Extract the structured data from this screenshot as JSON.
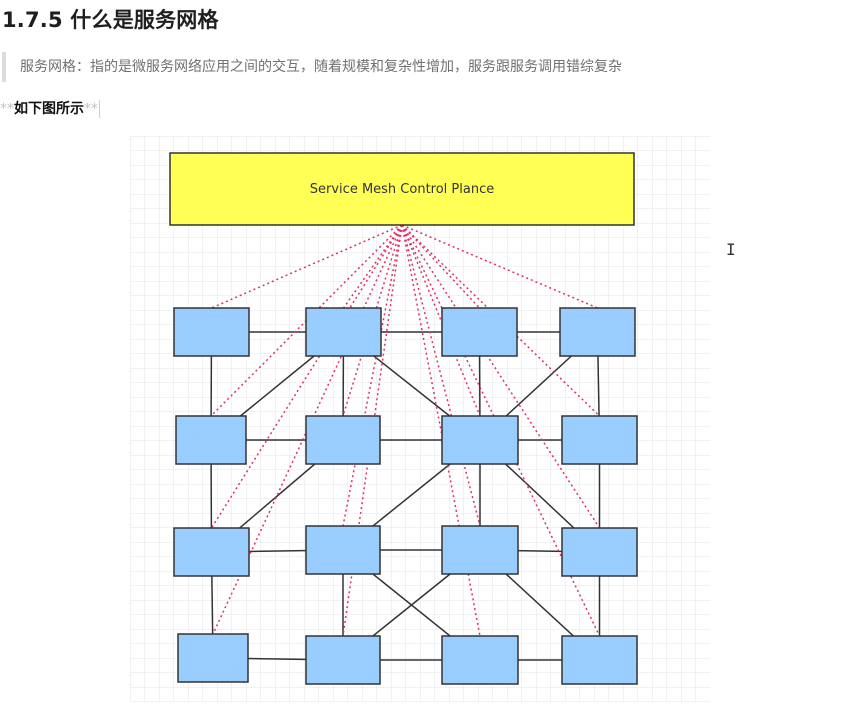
{
  "section": {
    "heading": "1.7.5 什么是服务网格"
  },
  "quote": {
    "text": "服务网格：指的是微服务网络应用之间的交互，随着规模和复杂性增加，服务跟服务调用错综复杂"
  },
  "caption": {
    "prefix": "**",
    "text": "如下图所示",
    "suffix": "**"
  },
  "cursor": {
    "glyph": "I"
  },
  "diagram": {
    "control_plane_label": "Service Mesh Control Plance",
    "colors": {
      "control_fill": "#ffff55",
      "node_fill": "#99ccff",
      "dashed_line": "#e03060",
      "solid_line": "#333333",
      "grid": "#e6e6e6"
    }
  }
}
